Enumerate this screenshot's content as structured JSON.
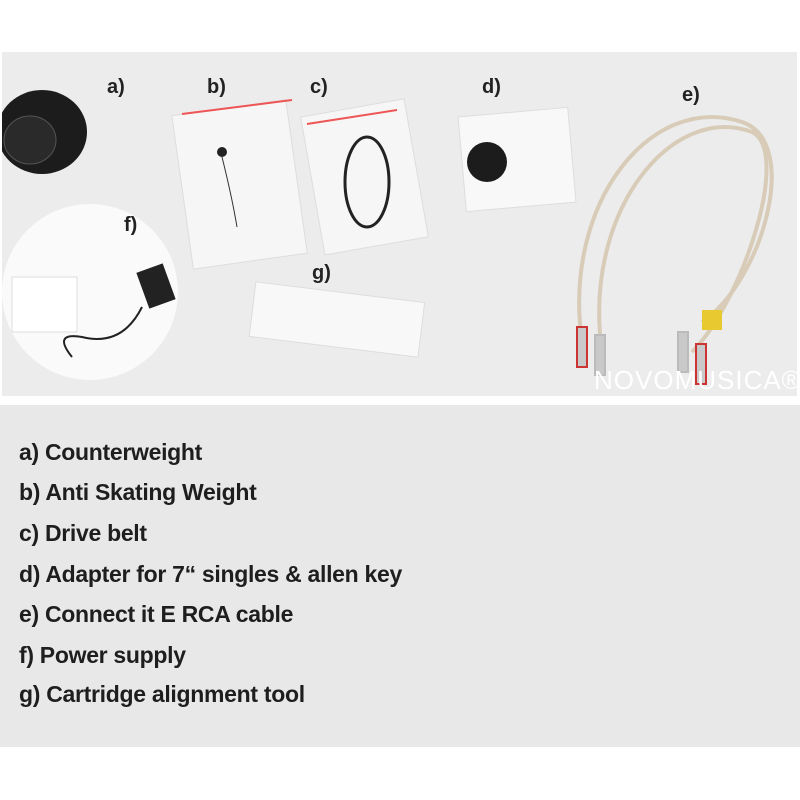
{
  "photo": {
    "labels": [
      "a)",
      "b)",
      "c)",
      "d)",
      "e)",
      "f)",
      "g)"
    ],
    "brand": "NOVOMUSICA®"
  },
  "items": [
    "a) Counterweight",
    "b) Anti Skating Weight",
    "c) Drive belt",
    "d) Adapter for 7“ singles & allen key",
    "e) Connect it E RCA cable",
    "f) Power supply",
    "g) Cartridge alignment tool"
  ]
}
